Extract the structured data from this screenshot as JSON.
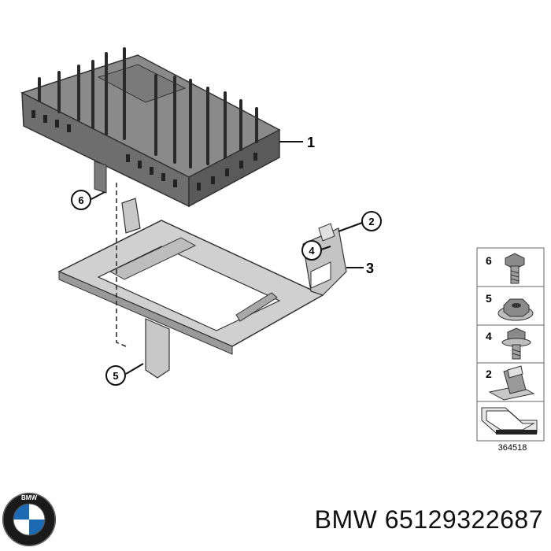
{
  "callouts": {
    "c1": "1",
    "c2": "2",
    "c3": "3",
    "c4": "4",
    "c5": "5",
    "c6": "6"
  },
  "legend": {
    "items": [
      {
        "label": "6",
        "icon": "hex-bolt-icon"
      },
      {
        "label": "5",
        "icon": "hex-nut-icon"
      },
      {
        "label": "4",
        "icon": "flange-bolt-icon"
      },
      {
        "label": "2",
        "icon": "clip-nut-icon"
      }
    ],
    "diagram_number": "364518"
  },
  "footer": {
    "brand": "BMW",
    "part_number": "65129322687",
    "text": "BMW 65129322687"
  }
}
